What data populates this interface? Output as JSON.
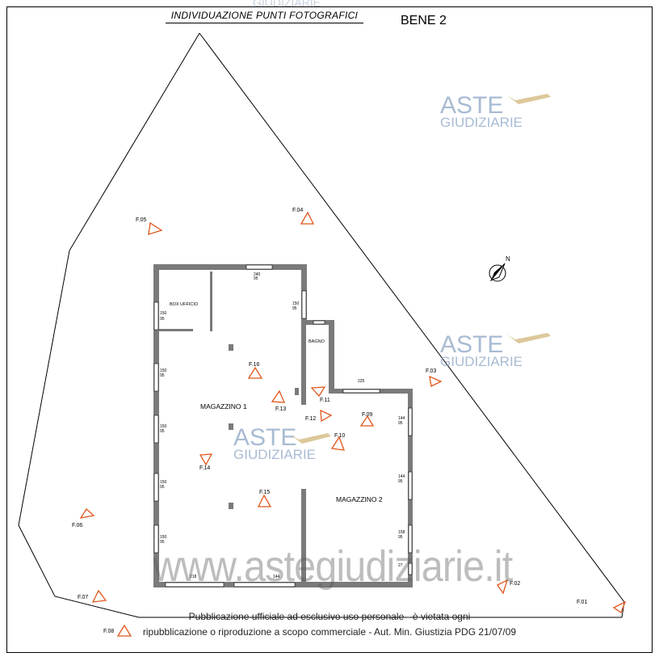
{
  "header": {
    "title": "INDIVIDUAZIONE  PUNTI  FOTOGRAFICI",
    "bene": "BENE 2",
    "top_watermark": "GIUDIZIARIE"
  },
  "watermark": {
    "aste": "ASTE",
    "giudiziarie": "GIUDIZIARIE",
    "url": "www.astegiudiziarie.it",
    "color": "#9ab0cc"
  },
  "rooms": {
    "magazzino1": "MAGAZZINO 1",
    "magazzino2": "MAGAZZINO 2",
    "box_ufficio": "BOX UFFICIO",
    "bagno": "BAGNO"
  },
  "photo_points": [
    {
      "label": "F.01"
    },
    {
      "label": "F.02"
    },
    {
      "label": "F.03"
    },
    {
      "label": "F.04"
    },
    {
      "label": "F.05"
    },
    {
      "label": "F.06"
    },
    {
      "label": "F.07"
    },
    {
      "label": "F.08"
    },
    {
      "label": "F.09"
    },
    {
      "label": "F.10"
    },
    {
      "label": "F.11"
    },
    {
      "label": "F.12"
    },
    {
      "label": "F.13"
    },
    {
      "label": "F.14"
    },
    {
      "label": "F.15"
    },
    {
      "label": "F.16"
    }
  ],
  "window_labels": [
    "150",
    "95",
    "240",
    "225",
    "144",
    "158",
    "218",
    "27"
  ],
  "north": "N",
  "colors": {
    "marker": "#e0561b",
    "wall": "#777777"
  },
  "footer": {
    "line1": "Pubblicazione ufficiale ad esclusivo uso personale - è vietata ogni",
    "line2": "ripubblicazione o riproduzione a scopo commerciale - Aut. Min. Giustizia PDG 21/07/09"
  }
}
